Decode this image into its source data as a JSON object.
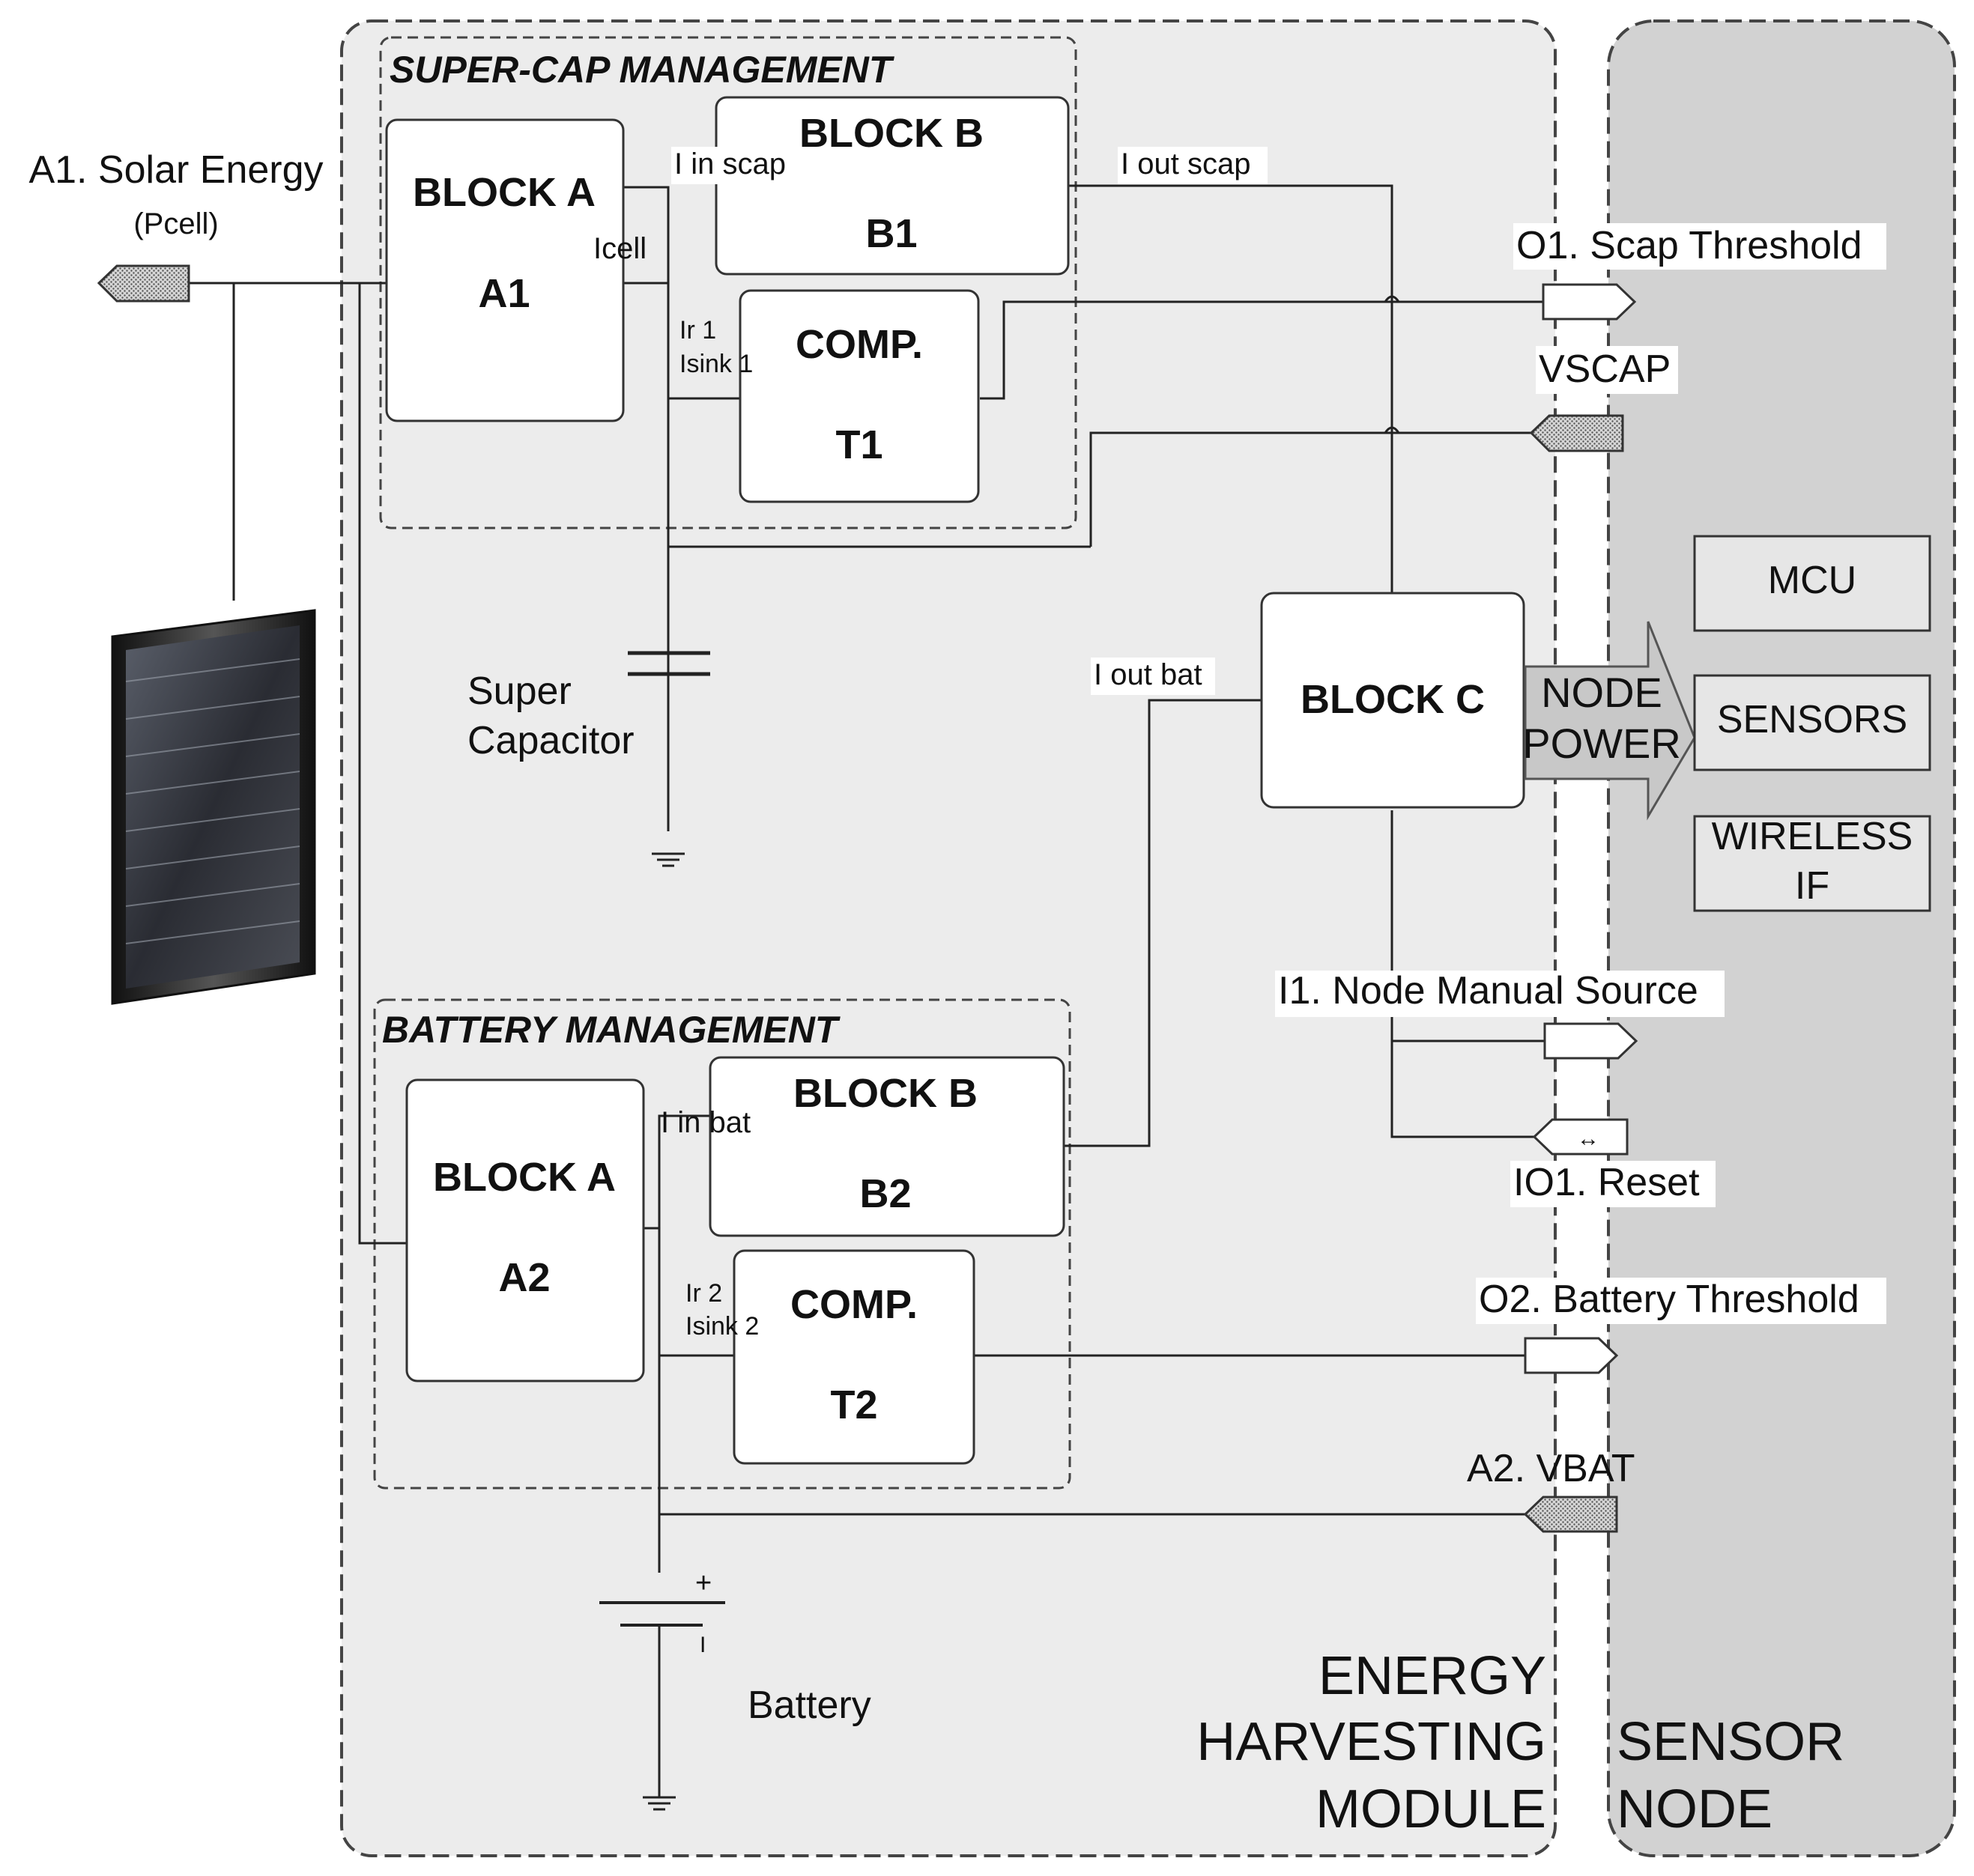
{
  "inputs": {
    "solar": {
      "label": "A1. Solar Energy",
      "sub": "(Pcell)"
    }
  },
  "supercap": {
    "title": "SUPER-CAP MANAGEMENT",
    "block_a": {
      "title": "BLOCK A",
      "id": "A1"
    },
    "block_b": {
      "title": "BLOCK B",
      "id": "B1"
    },
    "comp": {
      "title": "COMP.",
      "id": "T1"
    },
    "labels": {
      "icell": "Icell",
      "i_in": "I in scap",
      "i_out": "I out scap",
      "ir": "Ir 1",
      "isink": "Isink 1"
    },
    "capacitor": {
      "line1": "Super",
      "line2": "Capacitor"
    }
  },
  "battery": {
    "title": "BATTERY MANAGEMENT",
    "block_a": {
      "title": "BLOCK A",
      "id": "A2"
    },
    "block_b": {
      "title": "BLOCK B",
      "id": "B2"
    },
    "comp": {
      "title": "COMP.",
      "id": "T2"
    },
    "labels": {
      "i_in": "I in bat",
      "i_out": "I out bat",
      "ir": "Ir 2",
      "isink": "Isink 2"
    },
    "cell": {
      "label": "Battery",
      "plus": "+",
      "minus": "I"
    }
  },
  "block_c": {
    "title": "BLOCK C"
  },
  "node_power": {
    "line1": "NODE",
    "line2": "POWER"
  },
  "ports": {
    "o1": "O1. Scap Threshold",
    "vscap": "VSCAP",
    "i1": "I1. Node Manual Source",
    "io1": "IO1. Reset",
    "io1_symbol": "↔",
    "o2": "O2. Battery Threshold",
    "a2": "A2. VBAT"
  },
  "sensor_node": {
    "mcu": "MCU",
    "sensors": "SENSORS",
    "wireless_line1": "WIRELESS",
    "wireless_line2": "IF",
    "title_line1": "SENSOR",
    "title_line2": "NODE"
  },
  "module": {
    "title_line1": "ENERGY",
    "title_line2": "HARVESTING",
    "title_line3": "MODULE"
  },
  "colors": {
    "module_bg": "#ececec",
    "sensor_bg": "#d2d2d2",
    "arrow_fill": "#c8c8c8",
    "port_stipple": "#bdbdbd"
  }
}
